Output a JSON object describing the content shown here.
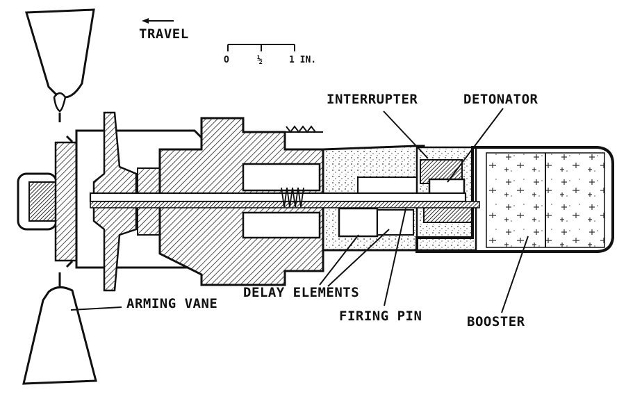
{
  "labels": {
    "travel": "TRAVEL",
    "scale_zero": "O",
    "scale_half": "½",
    "scale_unit": "1 IN.",
    "interrupter": "INTERRUPTER",
    "detonator": "DETONATOR",
    "delay_elements": "DELAY ELEMENTS",
    "firing_pin": "FIRING PIN",
    "booster": "BOOSTER",
    "arming_vane": "ARMING VANE"
  }
}
